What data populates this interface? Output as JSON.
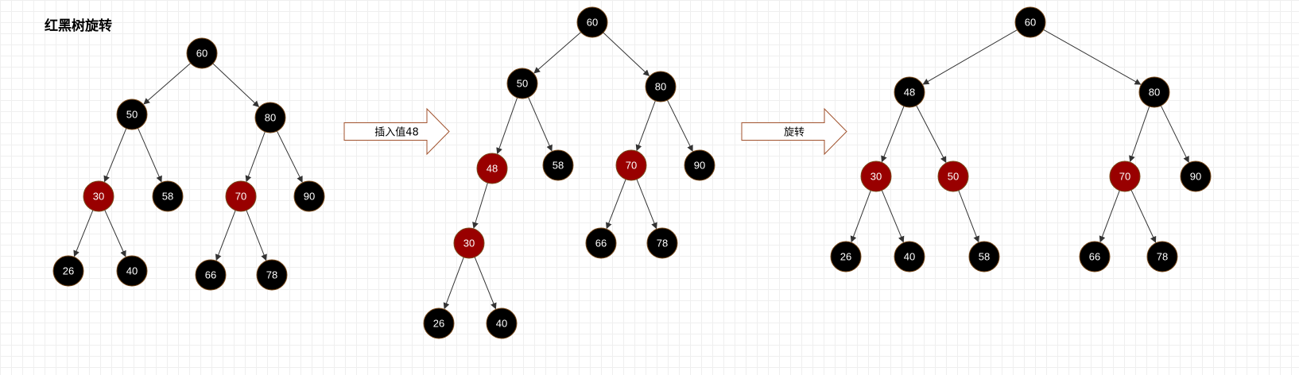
{
  "title": "红黑树旋转",
  "colors": {
    "black": "#000000",
    "red": "#990000",
    "stroke": "#7a4a1a",
    "edge": "#333333",
    "arrow_stroke": "#a0522d"
  },
  "steps": [
    {
      "nodes": [
        {
          "id": "60",
          "label": "60",
          "color": "black"
        },
        {
          "id": "50",
          "label": "50",
          "color": "black"
        },
        {
          "id": "80",
          "label": "80",
          "color": "black"
        },
        {
          "id": "30",
          "label": "30",
          "color": "red"
        },
        {
          "id": "58",
          "label": "58",
          "color": "black"
        },
        {
          "id": "70",
          "label": "70",
          "color": "red"
        },
        {
          "id": "90",
          "label": "90",
          "color": "black"
        },
        {
          "id": "26",
          "label": "26",
          "color": "black"
        },
        {
          "id": "40",
          "label": "40",
          "color": "black"
        },
        {
          "id": "66",
          "label": "66",
          "color": "black"
        },
        {
          "id": "78",
          "label": "78",
          "color": "black"
        }
      ],
      "edges": [
        [
          "60",
          "50"
        ],
        [
          "60",
          "80"
        ],
        [
          "50",
          "30"
        ],
        [
          "50",
          "58"
        ],
        [
          "80",
          "70"
        ],
        [
          "80",
          "90"
        ],
        [
          "30",
          "26"
        ],
        [
          "30",
          "40"
        ],
        [
          "70",
          "66"
        ],
        [
          "70",
          "78"
        ]
      ]
    },
    {
      "nodes": [
        {
          "id": "60",
          "label": "60",
          "color": "black"
        },
        {
          "id": "50",
          "label": "50",
          "color": "black"
        },
        {
          "id": "80",
          "label": "80",
          "color": "black"
        },
        {
          "id": "48",
          "label": "48",
          "color": "red"
        },
        {
          "id": "58",
          "label": "58",
          "color": "black"
        },
        {
          "id": "70",
          "label": "70",
          "color": "red"
        },
        {
          "id": "90",
          "label": "90",
          "color": "black"
        },
        {
          "id": "30",
          "label": "30",
          "color": "red"
        },
        {
          "id": "66",
          "label": "66",
          "color": "black"
        },
        {
          "id": "78",
          "label": "78",
          "color": "black"
        },
        {
          "id": "26",
          "label": "26",
          "color": "black"
        },
        {
          "id": "40",
          "label": "40",
          "color": "black"
        }
      ],
      "edges": [
        [
          "60",
          "50"
        ],
        [
          "60",
          "80"
        ],
        [
          "50",
          "48"
        ],
        [
          "50",
          "58"
        ],
        [
          "80",
          "70"
        ],
        [
          "80",
          "90"
        ],
        [
          "48",
          "30"
        ],
        [
          "70",
          "66"
        ],
        [
          "70",
          "78"
        ],
        [
          "30",
          "26"
        ],
        [
          "30",
          "40"
        ]
      ]
    },
    {
      "nodes": [
        {
          "id": "60",
          "label": "60",
          "color": "black"
        },
        {
          "id": "48",
          "label": "48",
          "color": "black"
        },
        {
          "id": "80",
          "label": "80",
          "color": "black"
        },
        {
          "id": "30",
          "label": "30",
          "color": "red"
        },
        {
          "id": "50",
          "label": "50",
          "color": "red"
        },
        {
          "id": "70",
          "label": "70",
          "color": "red"
        },
        {
          "id": "90",
          "label": "90",
          "color": "black"
        },
        {
          "id": "26",
          "label": "26",
          "color": "black"
        },
        {
          "id": "40",
          "label": "40",
          "color": "black"
        },
        {
          "id": "58",
          "label": "58",
          "color": "black"
        },
        {
          "id": "66",
          "label": "66",
          "color": "black"
        },
        {
          "id": "78",
          "label": "78",
          "color": "black"
        }
      ],
      "edges": [
        [
          "60",
          "48"
        ],
        [
          "60",
          "80"
        ],
        [
          "48",
          "30"
        ],
        [
          "48",
          "50"
        ],
        [
          "80",
          "70"
        ],
        [
          "80",
          "90"
        ],
        [
          "30",
          "26"
        ],
        [
          "30",
          "40"
        ],
        [
          "50",
          "58"
        ],
        [
          "70",
          "66"
        ],
        [
          "70",
          "78"
        ]
      ]
    }
  ],
  "arrows": [
    {
      "label": "插入值48"
    },
    {
      "label": "旋转"
    }
  ]
}
